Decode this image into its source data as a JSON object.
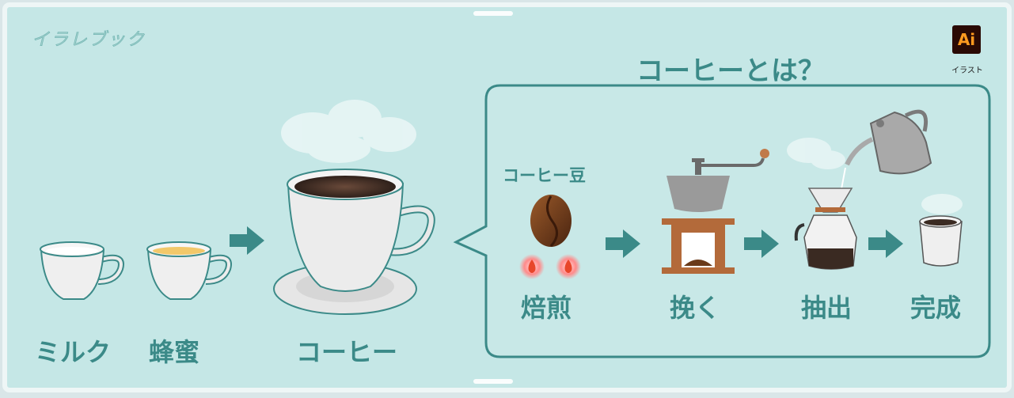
{
  "brand": "イラレブック",
  "badge": {
    "text": "Ai",
    "caption": "イラスト"
  },
  "title": "コーヒーとは？",
  "ingredients": {
    "milk": "ミルク",
    "honey": "蜂蜜",
    "coffee": "コーヒー"
  },
  "process": {
    "bean_label": "コーヒー豆",
    "steps": [
      "焙煎",
      "挽く",
      "抽出",
      "完成"
    ]
  },
  "colors": {
    "background": "#c5e7e6",
    "accent": "#3b8a88",
    "frame": "#d9e6e8",
    "coffee": "#3a2a22"
  }
}
